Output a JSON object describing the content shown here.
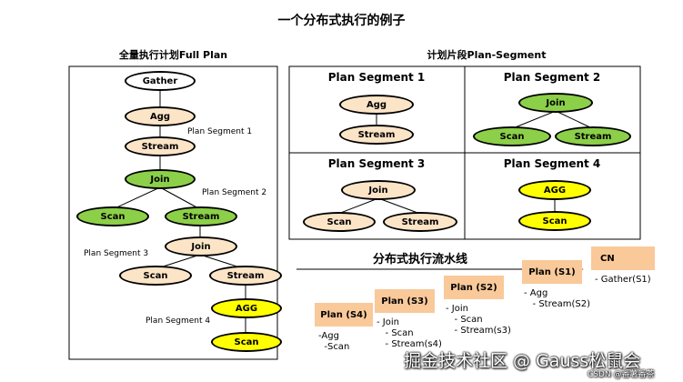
{
  "title": "一个分布式执行的例子",
  "full_plan": {
    "caption": "全量执行计划Full Plan",
    "nodes": {
      "gather": "Gather",
      "agg": "Agg",
      "stream1": "Stream",
      "join1": "Join",
      "scan1": "Scan",
      "stream2": "Stream",
      "join2": "Join",
      "scan2": "Scan",
      "stream3": "Stream",
      "agg2": "AGG",
      "scan3": "Scan"
    },
    "segment_labels": [
      "Plan Segment 1",
      "Plan Segment 2",
      "Plan Segment 3",
      "Plan Segment 4"
    ]
  },
  "plan_segment": {
    "caption": "计划片段Plan-Segment",
    "segments": [
      {
        "title": "Plan Segment 1",
        "nodes": [
          "Agg",
          "Stream"
        ]
      },
      {
        "title": "Plan Segment 2",
        "nodes": [
          "Join",
          "Scan",
          "Stream"
        ]
      },
      {
        "title": "Plan Segment 3",
        "nodes": [
          "Join",
          "Scan",
          "Stream"
        ]
      },
      {
        "title": "Plan Segment 4",
        "nodes": [
          "AGG",
          "Scan"
        ]
      }
    ]
  },
  "pipeline": {
    "caption": "分布式执行流水线",
    "stages": [
      {
        "label": "Plan (S4)",
        "ops": "-Agg\n  -Scan"
      },
      {
        "label": "Plan (S3)",
        "ops": "- Join\n   - Scan\n   - Stream(s4)"
      },
      {
        "label": "Plan (S2)",
        "ops": "- Join\n   - Scan\n   - Stream(s3)"
      },
      {
        "label": "Plan (S1)",
        "ops": "- Agg\n   - Stream(S2)"
      },
      {
        "label": "CN",
        "ops": "- Gather(S1)"
      }
    ]
  },
  "watermark": {
    "main": "掘金技术社区 @ Gauss松鼠会",
    "csdn": "CSDN @番薯番茶"
  },
  "colors": {
    "peach": "#fce4c7",
    "green": "#8ccf48",
    "yellow": "#ffff00",
    "stage": "#f9c99a",
    "arrow": "#808080"
  }
}
